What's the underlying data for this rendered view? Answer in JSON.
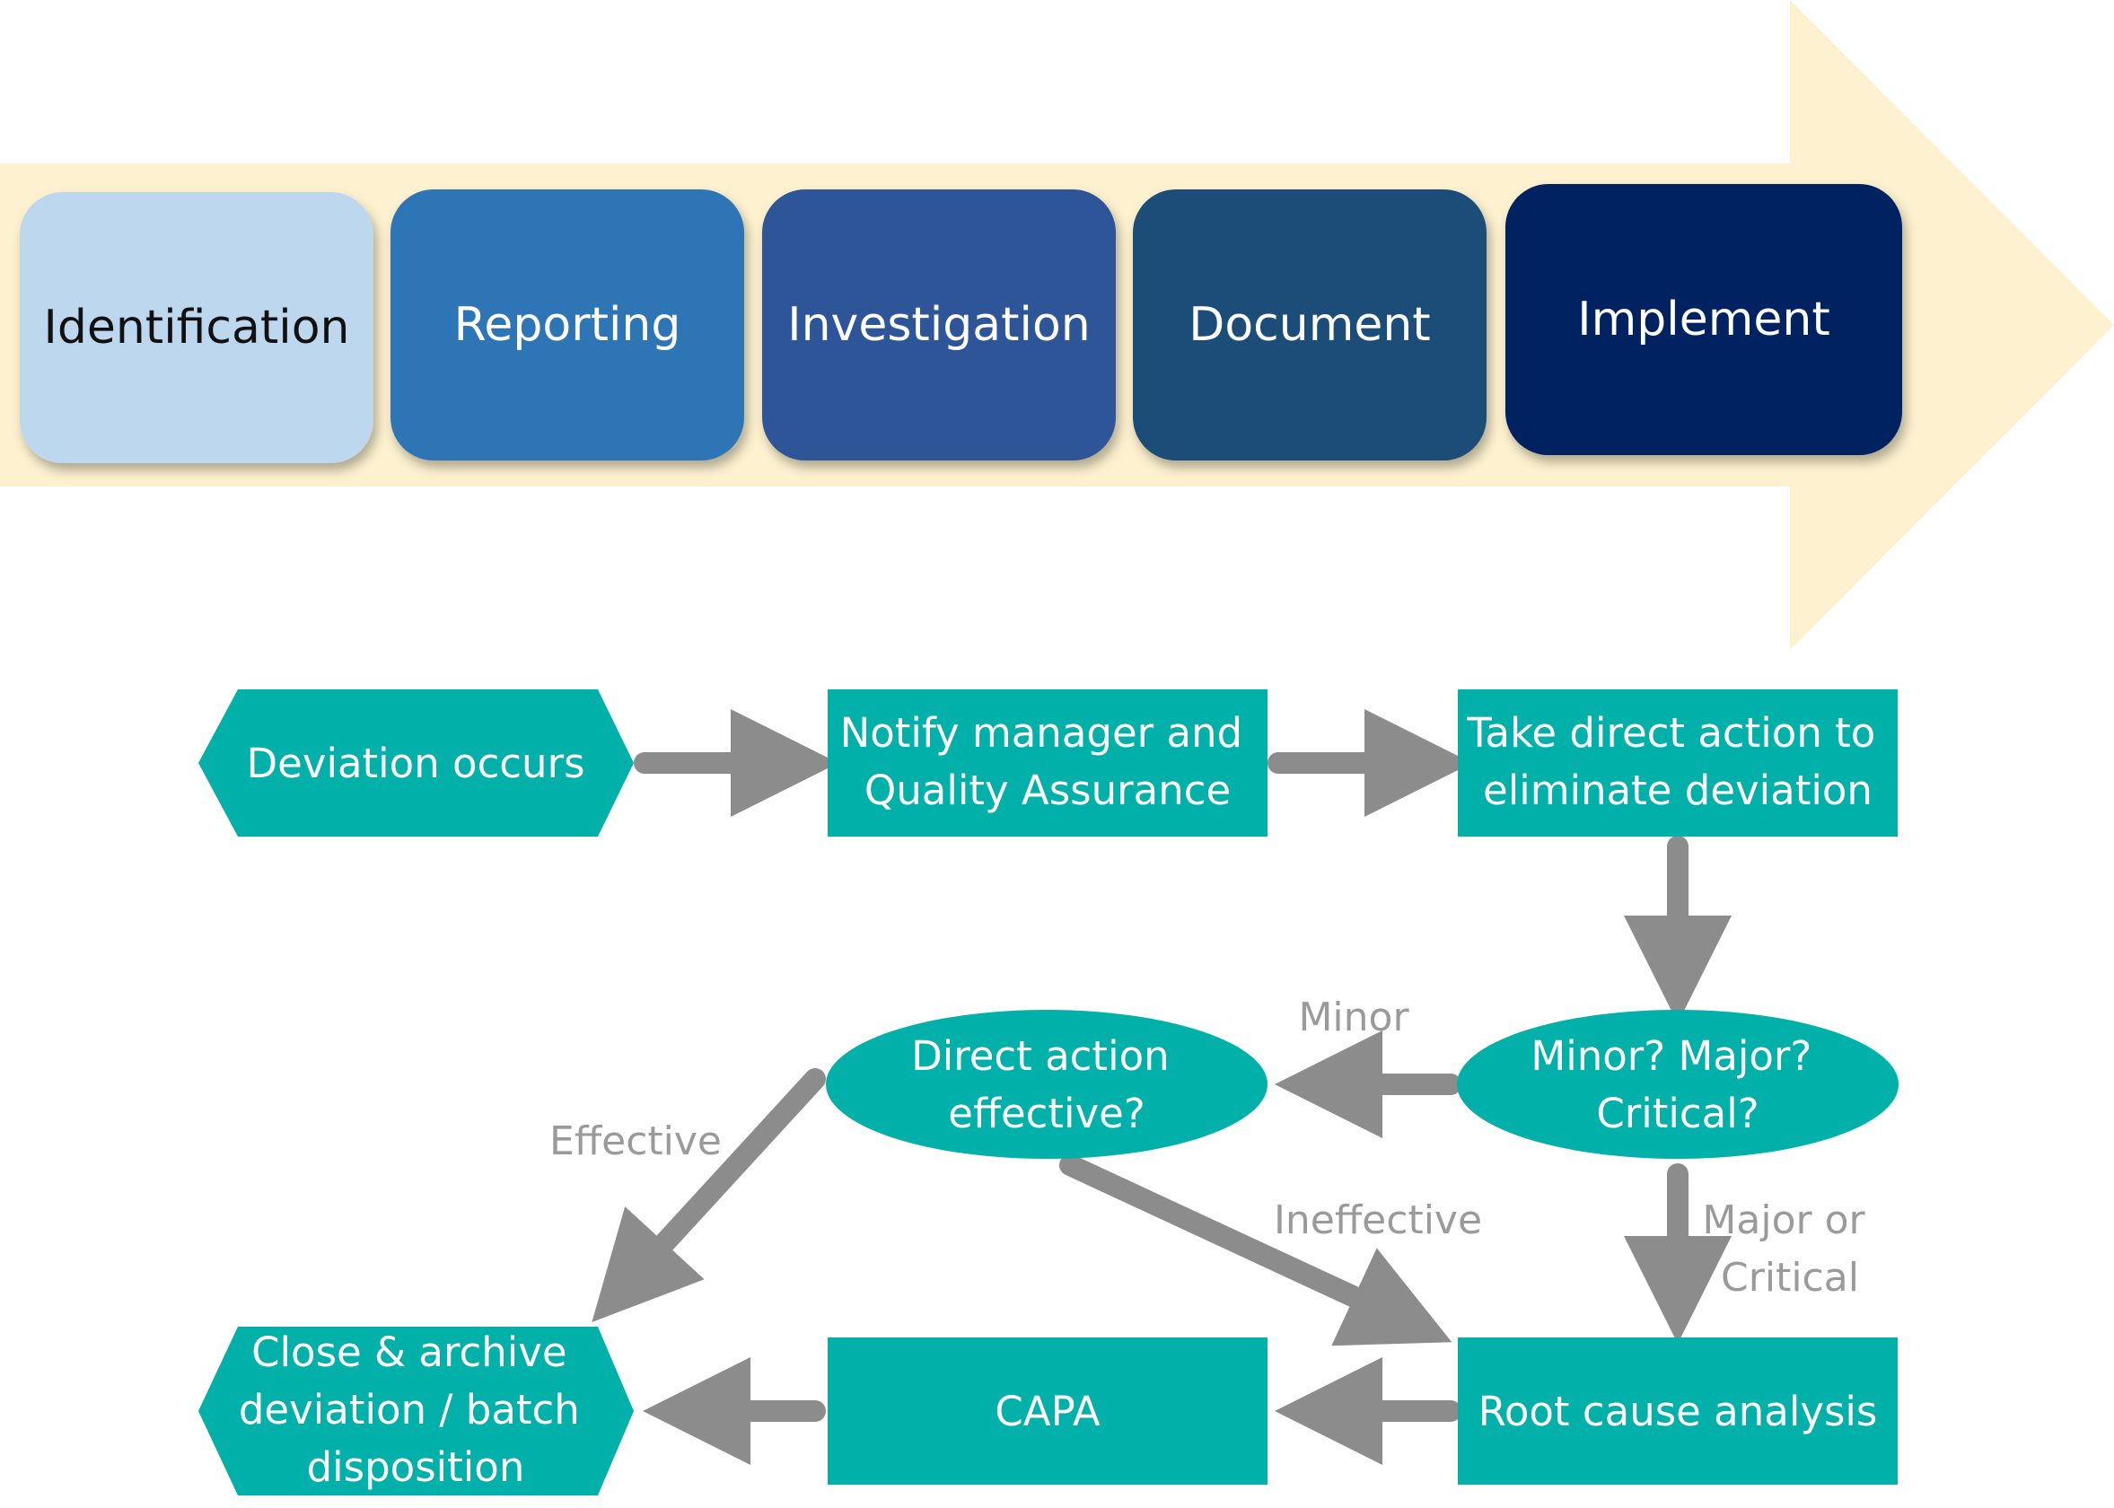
{
  "process_steps": [
    {
      "label": "Identification",
      "color": "#bdd7ee",
      "text_color": "#111111"
    },
    {
      "label": "Reporting",
      "color": "#2e75b6",
      "text_color": "#ffffff"
    },
    {
      "label": "Investigation",
      "color": "#2f5597",
      "text_color": "#ffffff"
    },
    {
      "label": "Document",
      "color": "#1f4e79",
      "text_color": "#ffffff"
    },
    {
      "label": "Implement",
      "color": "#002060",
      "text_color": "#ffffff"
    }
  ],
  "colors": {
    "arrow_band": "#fdf1cf",
    "flow_node": "#00b0a9",
    "connector": "#8c8c8c",
    "label": "#9a9a9a"
  },
  "flowchart": {
    "nodes": {
      "deviation_occurs": [
        "Deviation occurs"
      ],
      "notify": [
        "Notify manager and",
        "Quality Assurance"
      ],
      "direct_action": [
        "Take direct action to",
        "eliminate deviation"
      ],
      "classify": [
        "Minor? Major?",
        "Critical?"
      ],
      "effective_check": [
        "Direct action",
        "effective?"
      ],
      "root_cause": [
        "Root cause analysis"
      ],
      "capa": [
        "CAPA"
      ],
      "close": [
        "Close & archive",
        "deviation / batch",
        "disposition"
      ]
    },
    "labels": {
      "minor": "Minor",
      "effective": "Effective",
      "ineffective": "Ineffective",
      "major_or_critical": [
        "Major or",
        "Critical"
      ]
    }
  }
}
